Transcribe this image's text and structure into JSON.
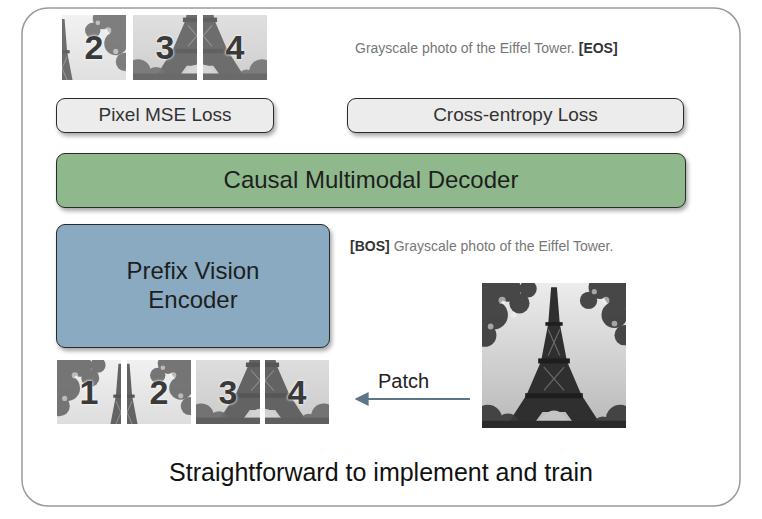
{
  "diagram": {
    "caption": "Straightforward to implement and train",
    "nodes": [
      {
        "text": [
          "Pixel MSE Loss"
        ]
      },
      {
        "text": [
          "Cross-entropy Loss"
        ]
      },
      {
        "text": [
          "Causal Multimodal Decoder"
        ]
      },
      {
        "text": [
          "Prefix Vision Encoder"
        ]
      }
    ],
    "labels": [
      "2",
      "3",
      "4",
      "Grayscale photo of the Eiffel Tower.",
      "[EOS]",
      "[BOS]",
      "Grayscale photo of the Eiffel Tower.",
      "1",
      "2",
      "3",
      "4",
      "Patch"
    ]
  }
}
